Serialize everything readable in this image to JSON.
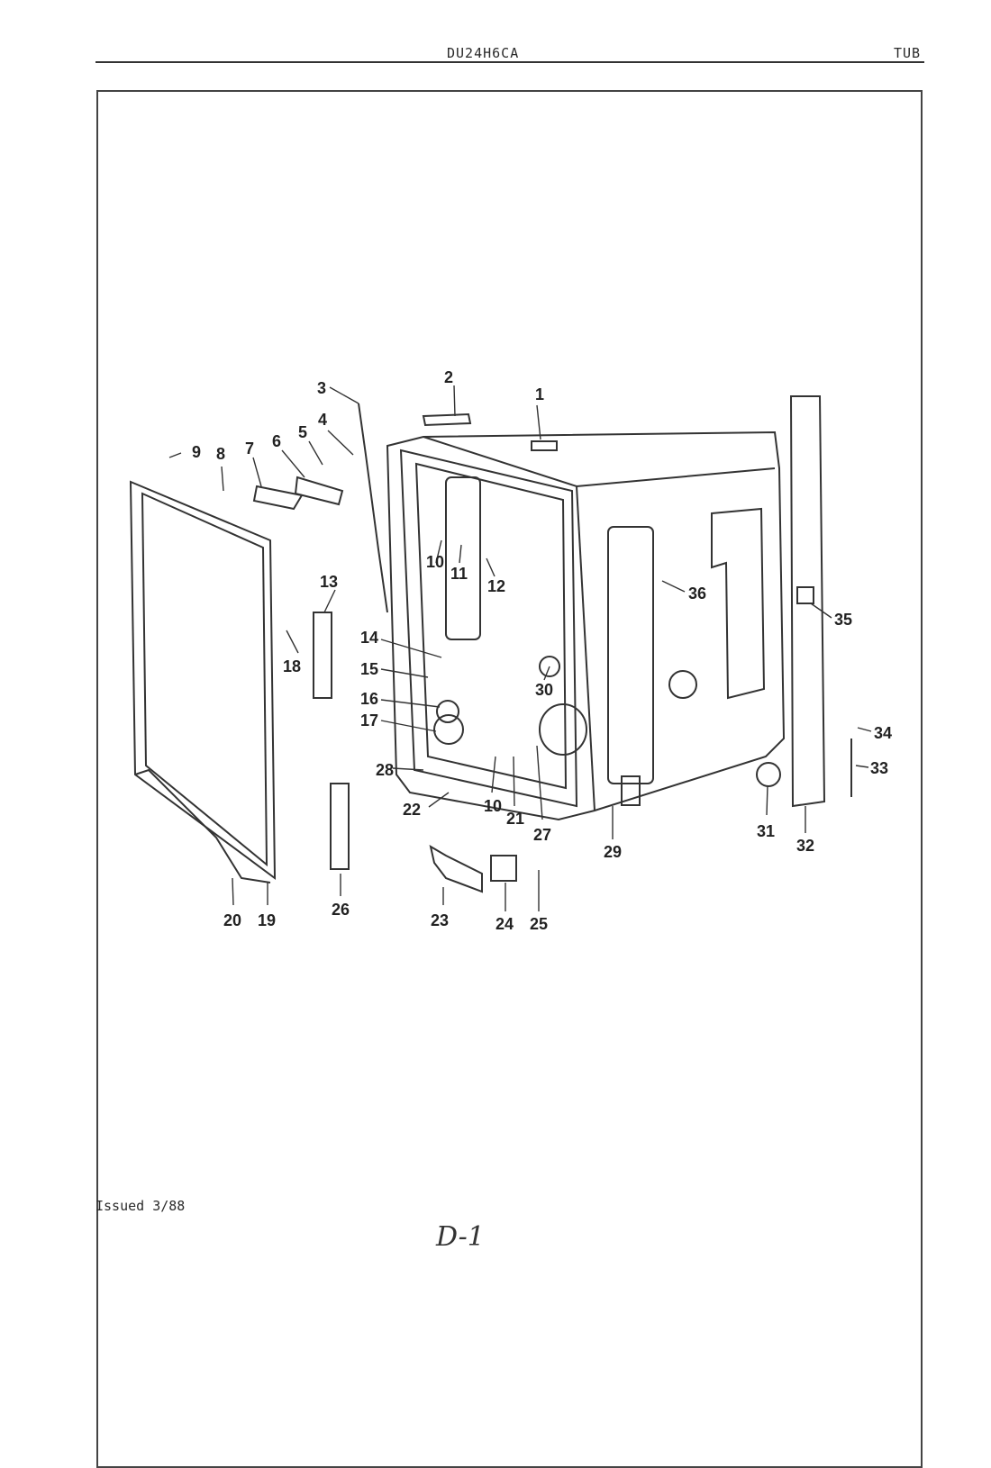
{
  "header": {
    "model": "DU24H6CA",
    "section": "TUB"
  },
  "footer": {
    "issued": "Issued 3/88",
    "page_mark": "D-1"
  },
  "callouts": [
    "1",
    "2",
    "3",
    "4",
    "5",
    "6",
    "7",
    "8",
    "9",
    "10",
    "11",
    "12",
    "13",
    "14",
    "15",
    "16",
    "17",
    "18",
    "19",
    "20",
    "21",
    "22",
    "23",
    "24",
    "25",
    "26",
    "27",
    "28",
    "10",
    "29",
    "30",
    "31",
    "32",
    "33",
    "34",
    "35",
    "36"
  ]
}
